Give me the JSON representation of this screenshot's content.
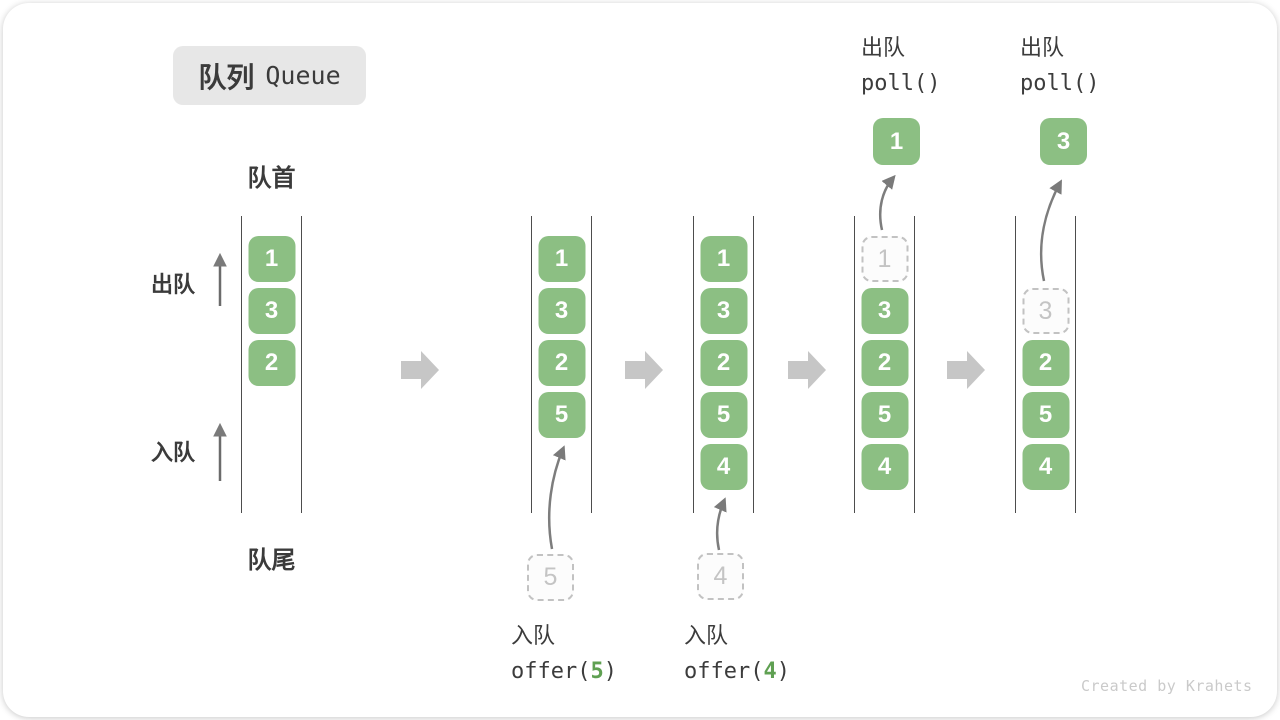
{
  "title": {
    "zh": "队列",
    "en": "Queue"
  },
  "labels": {
    "front": "队首",
    "rear": "队尾",
    "dequeue": "出队",
    "enqueue": "入队"
  },
  "queues": [
    {
      "slots": [
        "1",
        "3",
        "2"
      ]
    },
    {
      "slots": [
        "1",
        "3",
        "2",
        "5"
      ]
    },
    {
      "slots": [
        "1",
        "3",
        "2",
        "5",
        "4"
      ]
    },
    {
      "slots": [
        "1",
        "3",
        "2",
        "5",
        "4"
      ],
      "dashed_slot": "1"
    },
    {
      "slots": [
        "3",
        "2",
        "5",
        "4"
      ],
      "dashed_slot": "3"
    }
  ],
  "floating_items": {
    "enqueue_value_5": "5",
    "enqueue_value_4": "4",
    "poll_result_1": "1",
    "poll_result_2": "3"
  },
  "operations": {
    "enqueue_5": {
      "label": "入队",
      "fn": "offer(",
      "arg": "5",
      "close": ")"
    },
    "enqueue_4": {
      "label": "入队",
      "fn": "offer(",
      "arg": "4",
      "close": ")"
    },
    "poll_1": {
      "label": "出队",
      "code": "poll()"
    },
    "poll_2": {
      "label": "出队",
      "code": "poll()"
    }
  },
  "watermark": "Created by Krahets",
  "colors": {
    "box_green": "#8cbf83",
    "code_arg_green": "#5fa052",
    "block_arrow_gray": "#c6c6c6",
    "channel_line_gray": "#4d4d4d",
    "dashed_gray": "#c2c2c2",
    "title_bg": "#e7e7e7",
    "text_dark": "#3b3b3b"
  }
}
